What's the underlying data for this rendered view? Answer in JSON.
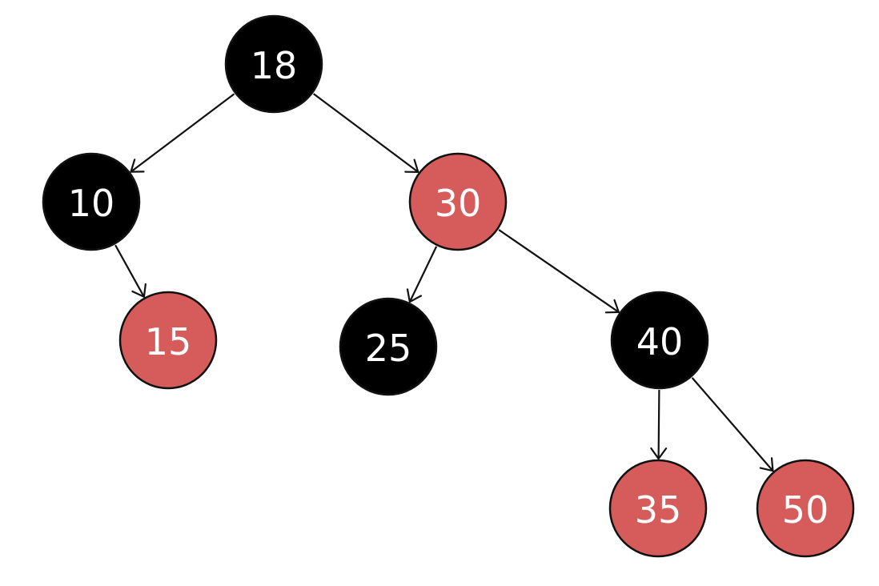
{
  "colors": {
    "black_node": "#000000",
    "red_node": "#d65c5c",
    "node_outline": "#111111",
    "label": "#ffffff",
    "edge": "#111111"
  },
  "nodes": [
    {
      "id": "n18",
      "label": "18",
      "color": "black"
    },
    {
      "id": "n10",
      "label": "10",
      "color": "black"
    },
    {
      "id": "n30",
      "label": "30",
      "color": "red"
    },
    {
      "id": "n15",
      "label": "15",
      "color": "red"
    },
    {
      "id": "n25",
      "label": "25",
      "color": "black"
    },
    {
      "id": "n40",
      "label": "40",
      "color": "black"
    },
    {
      "id": "n35",
      "label": "35",
      "color": "red"
    },
    {
      "id": "n50",
      "label": "50",
      "color": "red"
    }
  ],
  "edges": [
    {
      "from": "n18",
      "to": "n10"
    },
    {
      "from": "n18",
      "to": "n30"
    },
    {
      "from": "n10",
      "to": "n15"
    },
    {
      "from": "n30",
      "to": "n25"
    },
    {
      "from": "n30",
      "to": "n40"
    },
    {
      "from": "n40",
      "to": "n35"
    },
    {
      "from": "n40",
      "to": "n50"
    }
  ]
}
